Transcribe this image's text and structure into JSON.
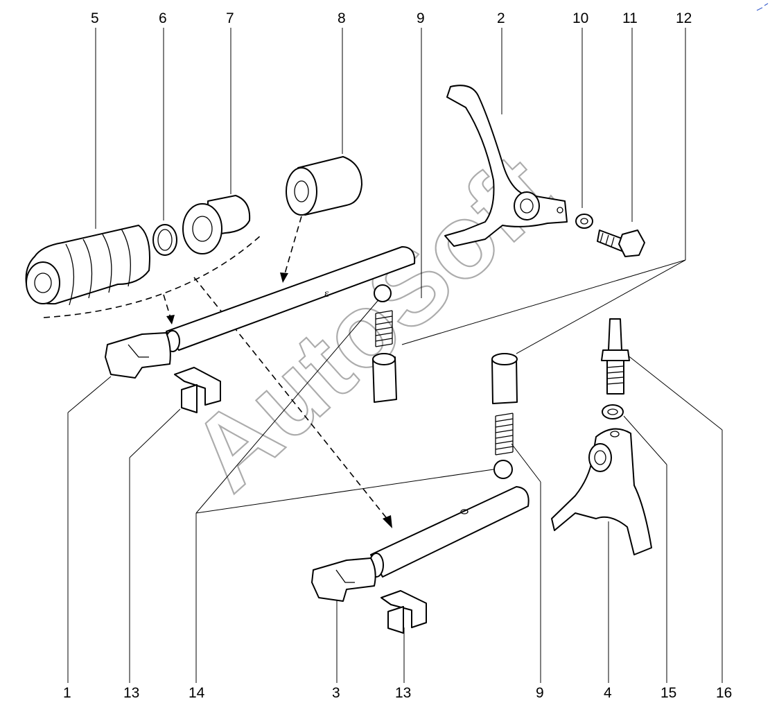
{
  "watermark": "AutoSoft",
  "callouts": {
    "top": [
      "5",
      "6",
      "7",
      "8",
      "9",
      "2",
      "10",
      "11",
      "12"
    ],
    "bottom": [
      "1",
      "13",
      "14",
      "3",
      "13",
      "9",
      "4",
      "15",
      "16"
    ]
  },
  "colors": {
    "ink": "#000000",
    "watermark": "#8a8a8a",
    "background": "#ffffff"
  }
}
